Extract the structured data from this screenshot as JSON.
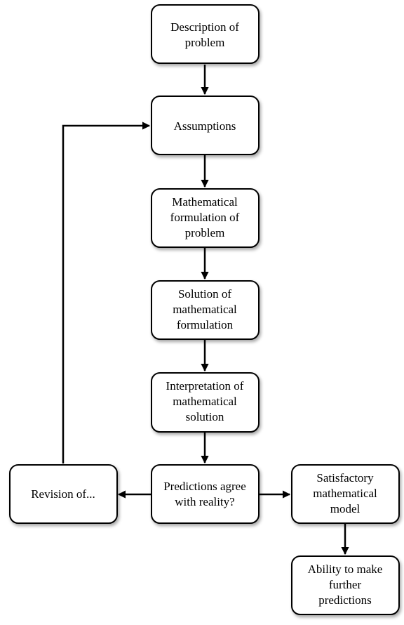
{
  "nodes": {
    "description": {
      "lines": [
        "Description of",
        "problem"
      ]
    },
    "assumptions": {
      "lines": [
        "Assumptions"
      ]
    },
    "formulation": {
      "lines": [
        "Mathematical",
        "formulation of",
        "problem"
      ]
    },
    "solution": {
      "lines": [
        "Solution of",
        "mathematical",
        "formulation"
      ]
    },
    "interpretation": {
      "lines": [
        "Interpretation of",
        "mathematical",
        "solution"
      ]
    },
    "predictions": {
      "lines": [
        "Predictions agree",
        "with reality?"
      ]
    },
    "revision": {
      "lines": [
        "Revision of..."
      ]
    },
    "satisfactory": {
      "lines": [
        "Satisfactory",
        "mathematical",
        "model"
      ]
    },
    "ability": {
      "lines": [
        "Ability to make",
        "further",
        "predictions"
      ]
    }
  },
  "edges": [
    {
      "from": "description",
      "to": "assumptions"
    },
    {
      "from": "assumptions",
      "to": "formulation"
    },
    {
      "from": "formulation",
      "to": "solution"
    },
    {
      "from": "solution",
      "to": "interpretation"
    },
    {
      "from": "interpretation",
      "to": "predictions"
    },
    {
      "from": "predictions",
      "to": "revision"
    },
    {
      "from": "predictions",
      "to": "satisfactory"
    },
    {
      "from": "revision",
      "to": "assumptions"
    },
    {
      "from": "satisfactory",
      "to": "ability"
    }
  ],
  "colors": {
    "box_fill": "#ffffff",
    "box_stroke": "#000000",
    "arrow": "#000000",
    "text": "#000000"
  }
}
